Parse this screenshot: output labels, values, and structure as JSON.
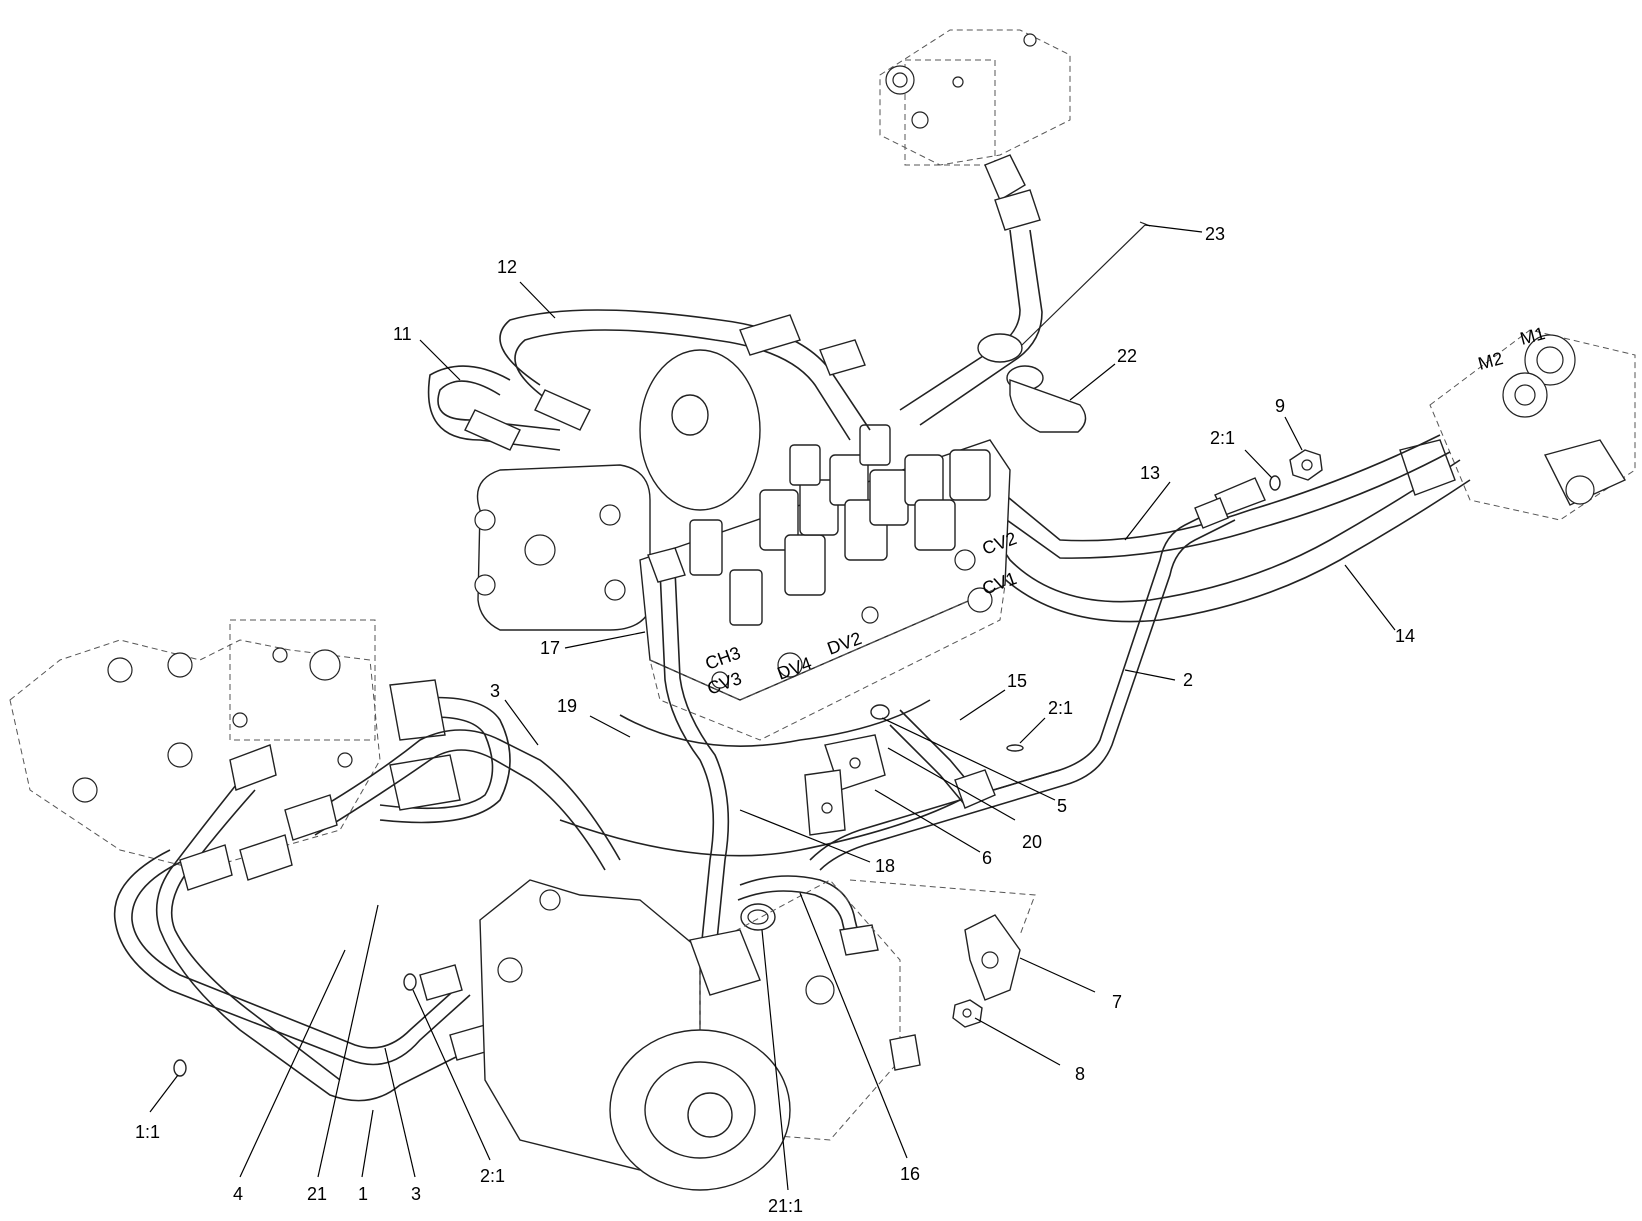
{
  "callouts": [
    {
      "id": "c23",
      "text": "23"
    },
    {
      "id": "c12",
      "text": "12"
    },
    {
      "id": "c11",
      "text": "11"
    },
    {
      "id": "c22",
      "text": "22"
    },
    {
      "id": "c9",
      "text": "9"
    },
    {
      "id": "c2-1a",
      "text": "2:1"
    },
    {
      "id": "c13",
      "text": "13"
    },
    {
      "id": "c14",
      "text": "14"
    },
    {
      "id": "c17",
      "text": "17"
    },
    {
      "id": "c3a",
      "text": "3"
    },
    {
      "id": "c19",
      "text": "19"
    },
    {
      "id": "c15",
      "text": "15"
    },
    {
      "id": "c2-1b",
      "text": "2:1"
    },
    {
      "id": "c2",
      "text": "2"
    },
    {
      "id": "c5",
      "text": "5"
    },
    {
      "id": "c20",
      "text": "20"
    },
    {
      "id": "c6",
      "text": "6"
    },
    {
      "id": "c18",
      "text": "18"
    },
    {
      "id": "c7",
      "text": "7"
    },
    {
      "id": "c8",
      "text": "8"
    },
    {
      "id": "c1-1",
      "text": "1:1"
    },
    {
      "id": "c4",
      "text": "4"
    },
    {
      "id": "c21",
      "text": "21"
    },
    {
      "id": "c1",
      "text": "1"
    },
    {
      "id": "c3b",
      "text": "3"
    },
    {
      "id": "c2-1c",
      "text": "2:1"
    },
    {
      "id": "c21-1",
      "text": "21:1"
    },
    {
      "id": "c16",
      "text": "16"
    }
  ],
  "part_markings": {
    "cv1": "CV1",
    "cv2": "CV2",
    "cv3": "CV3",
    "ch3": "CH3",
    "dv2": "DV2",
    "dv4": "DV4",
    "m1": "M1",
    "m2": "M2"
  }
}
